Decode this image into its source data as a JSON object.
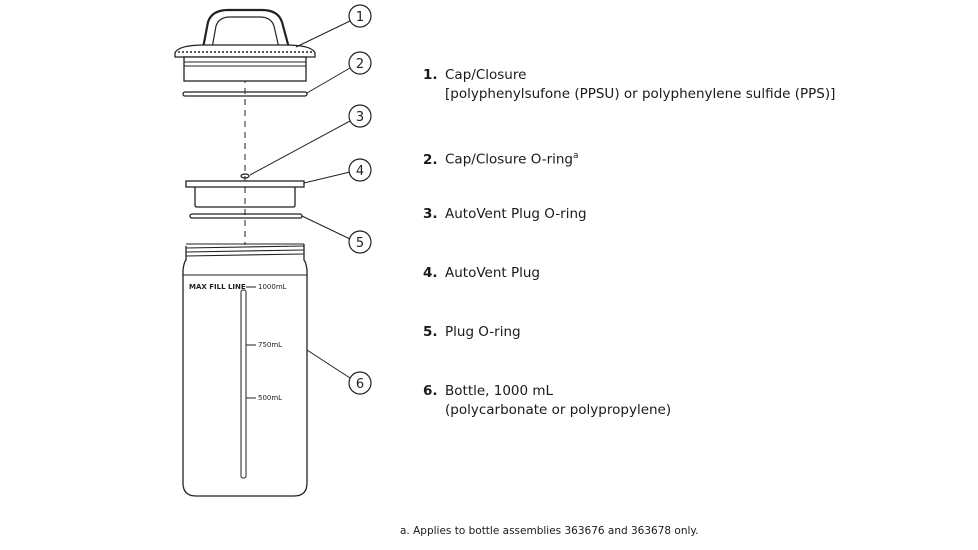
{
  "callouts": [
    "1",
    "2",
    "3",
    "4",
    "5",
    "6"
  ],
  "bottle_marks": {
    "max_fill": "MAX FILL LINE",
    "m1000": "1000mL",
    "m750": "750mL",
    "m500": "500mL"
  },
  "legend": [
    {
      "num": "1.",
      "text": "Cap/Closure",
      "sub": "[polyphenylsufone (PPSU) or polyphenylene sulfide (PPS)]"
    },
    {
      "num": "2.",
      "text": "Cap/Closure O-ring",
      "sup": "a"
    },
    {
      "num": "3.",
      "text": "AutoVent Plug O-ring"
    },
    {
      "num": "4.",
      "text": "AutoVent Plug"
    },
    {
      "num": "5.",
      "text": "Plug O-ring"
    },
    {
      "num": "6.",
      "text": "Bottle, 1000 mL",
      "sub": "(polycarbonate or polypropylene)"
    }
  ],
  "footnote": "a.  Applies to bottle assemblies 363676 and 363678 only."
}
